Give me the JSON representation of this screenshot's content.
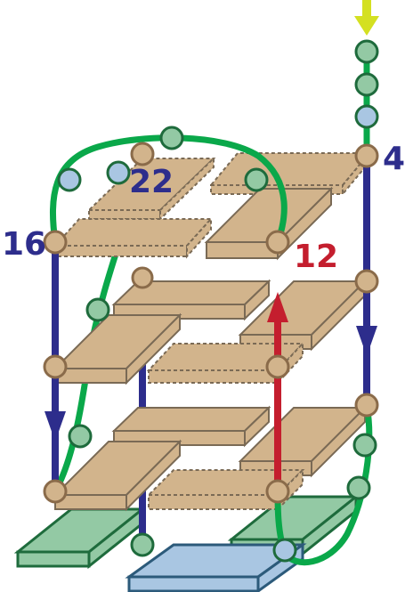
{
  "labels": {
    "strand_4": "4",
    "strand_22": "22",
    "strand_16": "16",
    "strand_12": "12"
  },
  "colors": {
    "tan_slab": "#d2b48c",
    "slab_stroke": "#7a6a55",
    "navy_strand": "#2d2d8c",
    "red_strand": "#c41e2e",
    "green_loop": "#0aa84a",
    "node_fill_tan": "#d2b48c",
    "node_fill_green": "#93c9a4",
    "node_fill_blue": "#a9c6e2",
    "node_stroke": "#1e6b3c",
    "node_stroke_tan": "#8a6b4a",
    "green_block": "#93c9a4",
    "green_block_stroke": "#1e6b3c",
    "blue_block": "#a9c6e2",
    "blue_block_stroke": "#2c5a7a",
    "entry_arrow": "#d4e021",
    "label_navy": "#2d2d8c",
    "label_red": "#c41e2e"
  }
}
